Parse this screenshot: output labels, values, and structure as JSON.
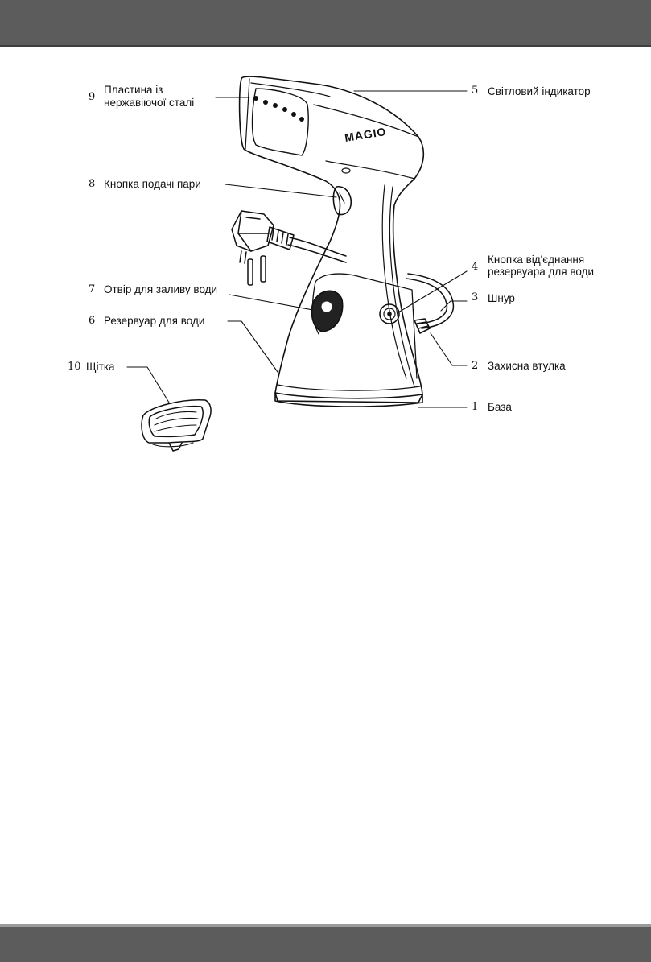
{
  "brand": "MAGIO",
  "callouts": [
    {
      "num": "9",
      "label_line1": "Пластина із",
      "label_line2": "нержавіючої сталі"
    },
    {
      "num": "5",
      "label_line1": "Світловий індикатор"
    },
    {
      "num": "8",
      "label_line1": "Кнопка подачі пари"
    },
    {
      "num": "4",
      "label_line1": "Кнопка від'єднання",
      "label_line2": "резервуара для води"
    },
    {
      "num": "7",
      "label_line1": "Отвір для заливу води"
    },
    {
      "num": "3",
      "label_line1": "Шнур"
    },
    {
      "num": "6",
      "label_line1": "Резервуар для води"
    },
    {
      "num": "2",
      "label_line1": "Захисна втулка"
    },
    {
      "num": "10",
      "label_line1": "Щітка"
    },
    {
      "num": "1",
      "label_line1": "База"
    }
  ]
}
